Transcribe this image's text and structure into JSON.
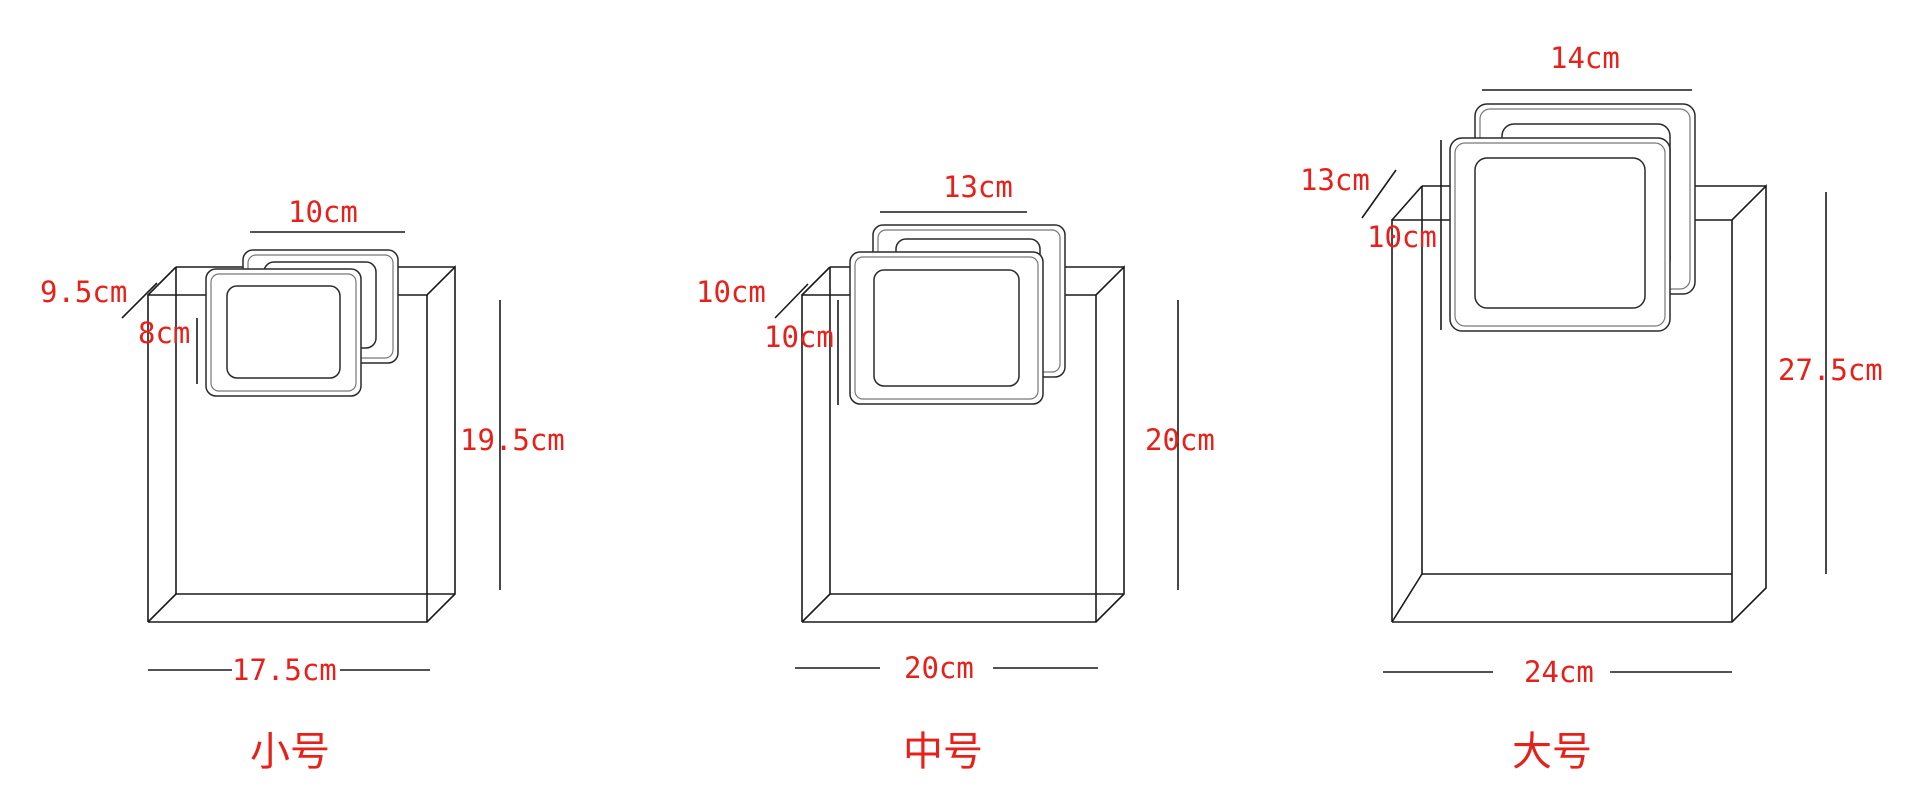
{
  "bags": [
    {
      "size_name": "小号",
      "width_label": "17.5cm",
      "height_label": "19.5cm",
      "handle_width_label": "10cm",
      "handle_depth_label": "9.5cm",
      "handle_height_label": "8cm"
    },
    {
      "size_name": "中号",
      "width_label": "20cm",
      "height_label": "20cm",
      "handle_width_label": "13cm",
      "handle_depth_label": "10cm",
      "handle_height_label": "10cm"
    },
    {
      "size_name": "大号",
      "width_label": "24cm",
      "height_label": "27.5cm",
      "handle_width_label": "14cm",
      "handle_depth_label": "13cm",
      "handle_height_label": "10cm"
    }
  ],
  "colors": {
    "label": "#e8201a",
    "line": "#1a1a1a"
  }
}
